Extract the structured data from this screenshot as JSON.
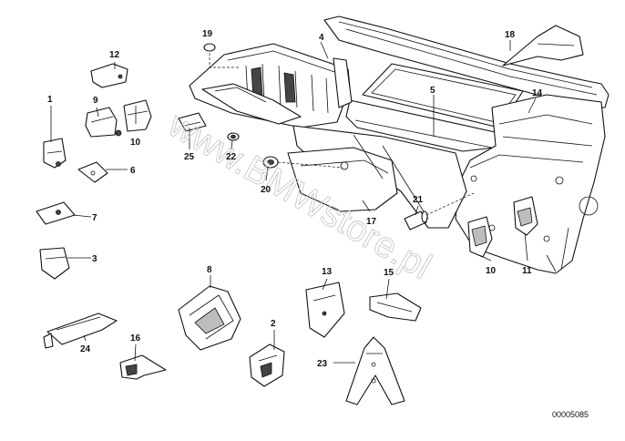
{
  "diagram": {
    "watermark": "www.BMWstore.pl",
    "catalog_number": "00005085",
    "callouts": [
      "1",
      "2",
      "3",
      "4",
      "5",
      "6",
      "7",
      "8",
      "9",
      "10",
      "10",
      "11",
      "12",
      "13",
      "14",
      "15",
      "16",
      "17",
      "18",
      "19",
      "20",
      "21",
      "22",
      "23",
      "24",
      "25"
    ]
  }
}
